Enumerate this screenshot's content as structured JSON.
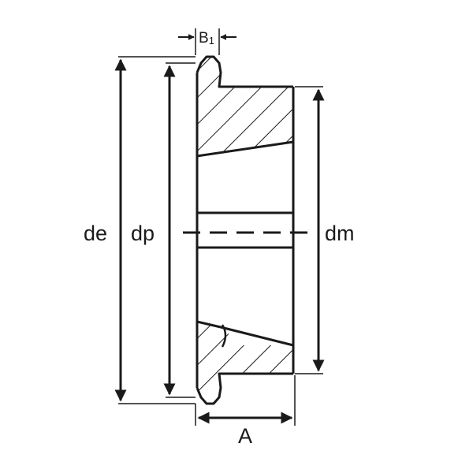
{
  "labels": {
    "de": "de",
    "dp": "dp",
    "dm": "dm",
    "a": "A",
    "b_main": "B",
    "b_sub": "1"
  },
  "colors": {
    "ink": "#1a1a1a",
    "background": "#ffffff"
  }
}
